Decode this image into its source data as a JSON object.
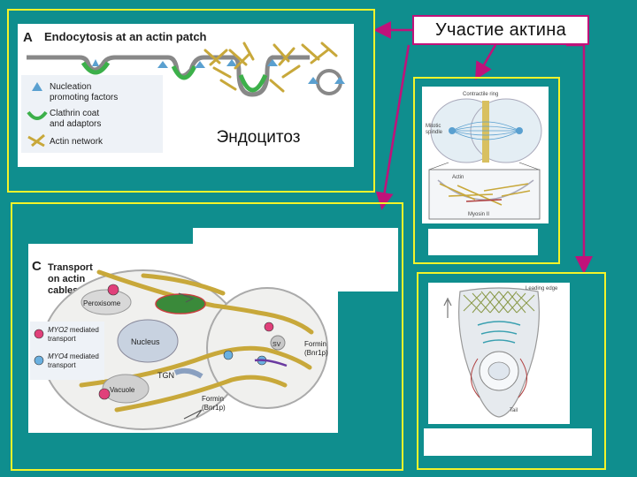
{
  "header": {
    "title": "Участие актина"
  },
  "panel_a": {
    "letter": "A",
    "heading": "Endocytosis at an actin patch",
    "legend": [
      {
        "line1": "Nucleation",
        "line2": "promoting factors",
        "icon": "triangle-icon"
      },
      {
        "line1": "Clathrin coat",
        "line2": "and adaptors",
        "icon": "arc-icon"
      },
      {
        "line1": "Actin network",
        "line2": "",
        "icon": "filament-icon"
      }
    ],
    "caption": "Эндоцитоз"
  },
  "panel_b": {
    "labels": {
      "ring": "Contractile ring",
      "spindle1": "Mitotic",
      "spindle2": "spindle",
      "actin": "Actin",
      "myosin": "Myosin II"
    }
  },
  "panel_c": {
    "letter": "C",
    "heading": [
      "Transport",
      "on actin",
      "cables"
    ],
    "labels": {
      "peroxisome": "Peroxisome",
      "nucleus": "Nucleus",
      "tgn": "TGN",
      "vacuole": "Vacuole",
      "sv": "SV",
      "formin_right_1": "Formin",
      "formin_right_2": "(Bnr1p)",
      "formin_bottom_1": "Formin",
      "formin_bottom_2": "(Bnr1p)"
    },
    "legend": [
      {
        "line1_italic": "MYO2",
        "line1_rest": " mediated",
        "line2": "transport",
        "color": "#e0407a"
      },
      {
        "line1_italic": "MYO4",
        "line1_rest": " mediated",
        "line2": "transport",
        "color": "#6ab0e0"
      }
    ]
  },
  "panel_d": {
    "labels": {
      "leading": "Leading edge",
      "tail": "Tail"
    }
  },
  "colors": {
    "background": "#0f8e8e",
    "frame": "#f3f32a",
    "arrow": "#c0127a",
    "actin": "#c8a83a",
    "clathrin": "#3cb04a",
    "nucleation": "#5aa0d0"
  }
}
